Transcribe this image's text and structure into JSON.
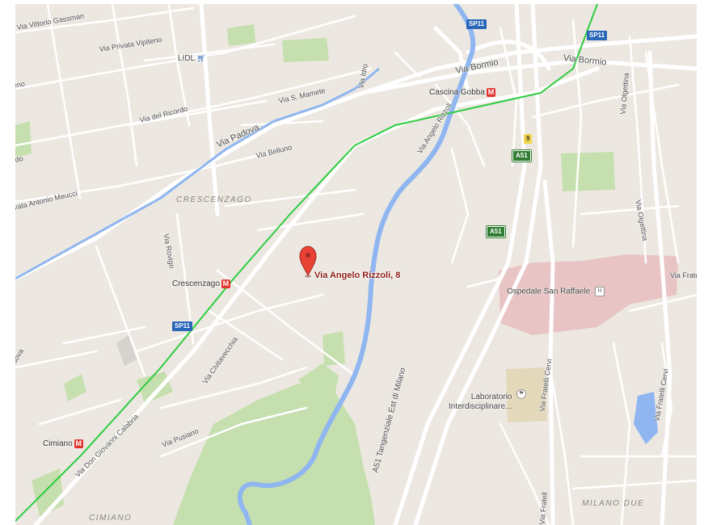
{
  "map": {
    "marker_label": "Via Angelo Rizzoli, 8",
    "colors": {
      "land": "#ece8e1",
      "road": "#ffffff",
      "park": "#c6dfae",
      "canal": "#8fb6f0",
      "metro_line": "#2ecc40",
      "hospital": "#e8c4c4",
      "marker": "#e94235"
    },
    "districts": [
      "CRESCENZAGO",
      "CIMIANO",
      "MILANO DUE"
    ],
    "streets": [
      "Via Vittorio Gassman",
      "Via Privata Vipiteno",
      "Via del Ricordo",
      "Via S. Mamete",
      "Via Idro",
      "Via Padova",
      "Via Belluno",
      "Via Angelo Rizzoli",
      "Via Bormio",
      "Via Bormio",
      "Via Olgettina",
      "Via Olgettina",
      "vata Antonio Meucci",
      "Via Rovigo",
      "Via Civitavecchia",
      "Via Don Giovanni Calabria",
      "Via Pusiano",
      "A51 Tangenziale Est di Milano",
      "Via Fratelli Cervi",
      "Via Fratelli Cervi",
      "Via Fratell",
      "Via Frate",
      "dova",
      "rdo",
      "eno"
    ],
    "metro_stations": [
      "Cascina Gobba",
      "Crescenzago",
      "Cimiano"
    ],
    "metro_icon": "M",
    "road_shields": [
      "SP11",
      "SP11",
      "SP11",
      "A51",
      "A51",
      "9"
    ],
    "pois": [
      {
        "name": "LIDL",
        "icon": "shopping-cart-icon"
      },
      {
        "name": "Ospedale San Raffaele",
        "icon": "hospital-icon",
        "icon_glyph": "H"
      },
      {
        "name": "Laboratorio\nInterdisciplinare...",
        "icon": "education-icon"
      }
    ]
  }
}
